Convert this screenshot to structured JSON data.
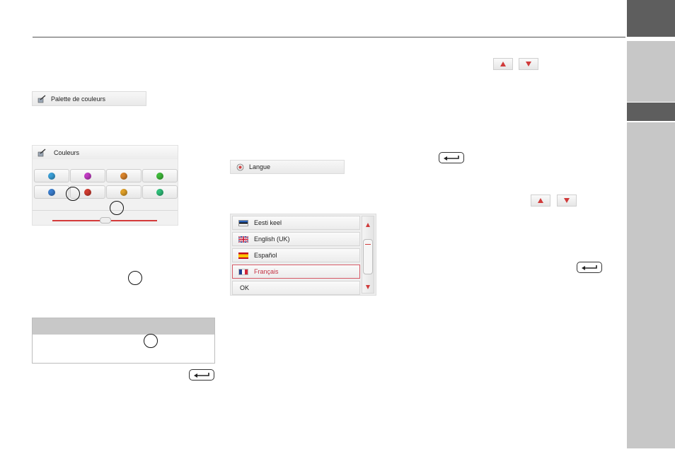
{
  "header": {
    "divider": "horizontal-rule"
  },
  "palette_button": {
    "label": "Palette de couleurs",
    "icon": "brush-icon"
  },
  "colors_screen": {
    "title": "Couleurs",
    "icon": "brush-icon",
    "swatch_colors": [
      "#3aa0d8",
      "#c23cc4",
      "#d9832b",
      "#3fbb3a",
      "#3b7fd0",
      "#d03b2f",
      "#e0a028",
      "#2fbf7a"
    ],
    "slider_color": "#d43a3a"
  },
  "language_button": {
    "label": "Langue",
    "icon": "globe-icon"
  },
  "language_list": {
    "items": [
      {
        "label": "Eesti keel",
        "flag": "estonia-flag"
      },
      {
        "label": "English (UK)",
        "flag": "uk-flag"
      },
      {
        "label": "Español",
        "flag": "spain-flag"
      },
      {
        "label": "Français",
        "flag": "france-flag",
        "selected": true
      }
    ],
    "ok_label": "OK"
  },
  "colors": {
    "accent": "#c23142",
    "tab_light": "#c7c7c7",
    "tab_dark": "#5e5e5e",
    "note_header": "#c8c8c8"
  }
}
